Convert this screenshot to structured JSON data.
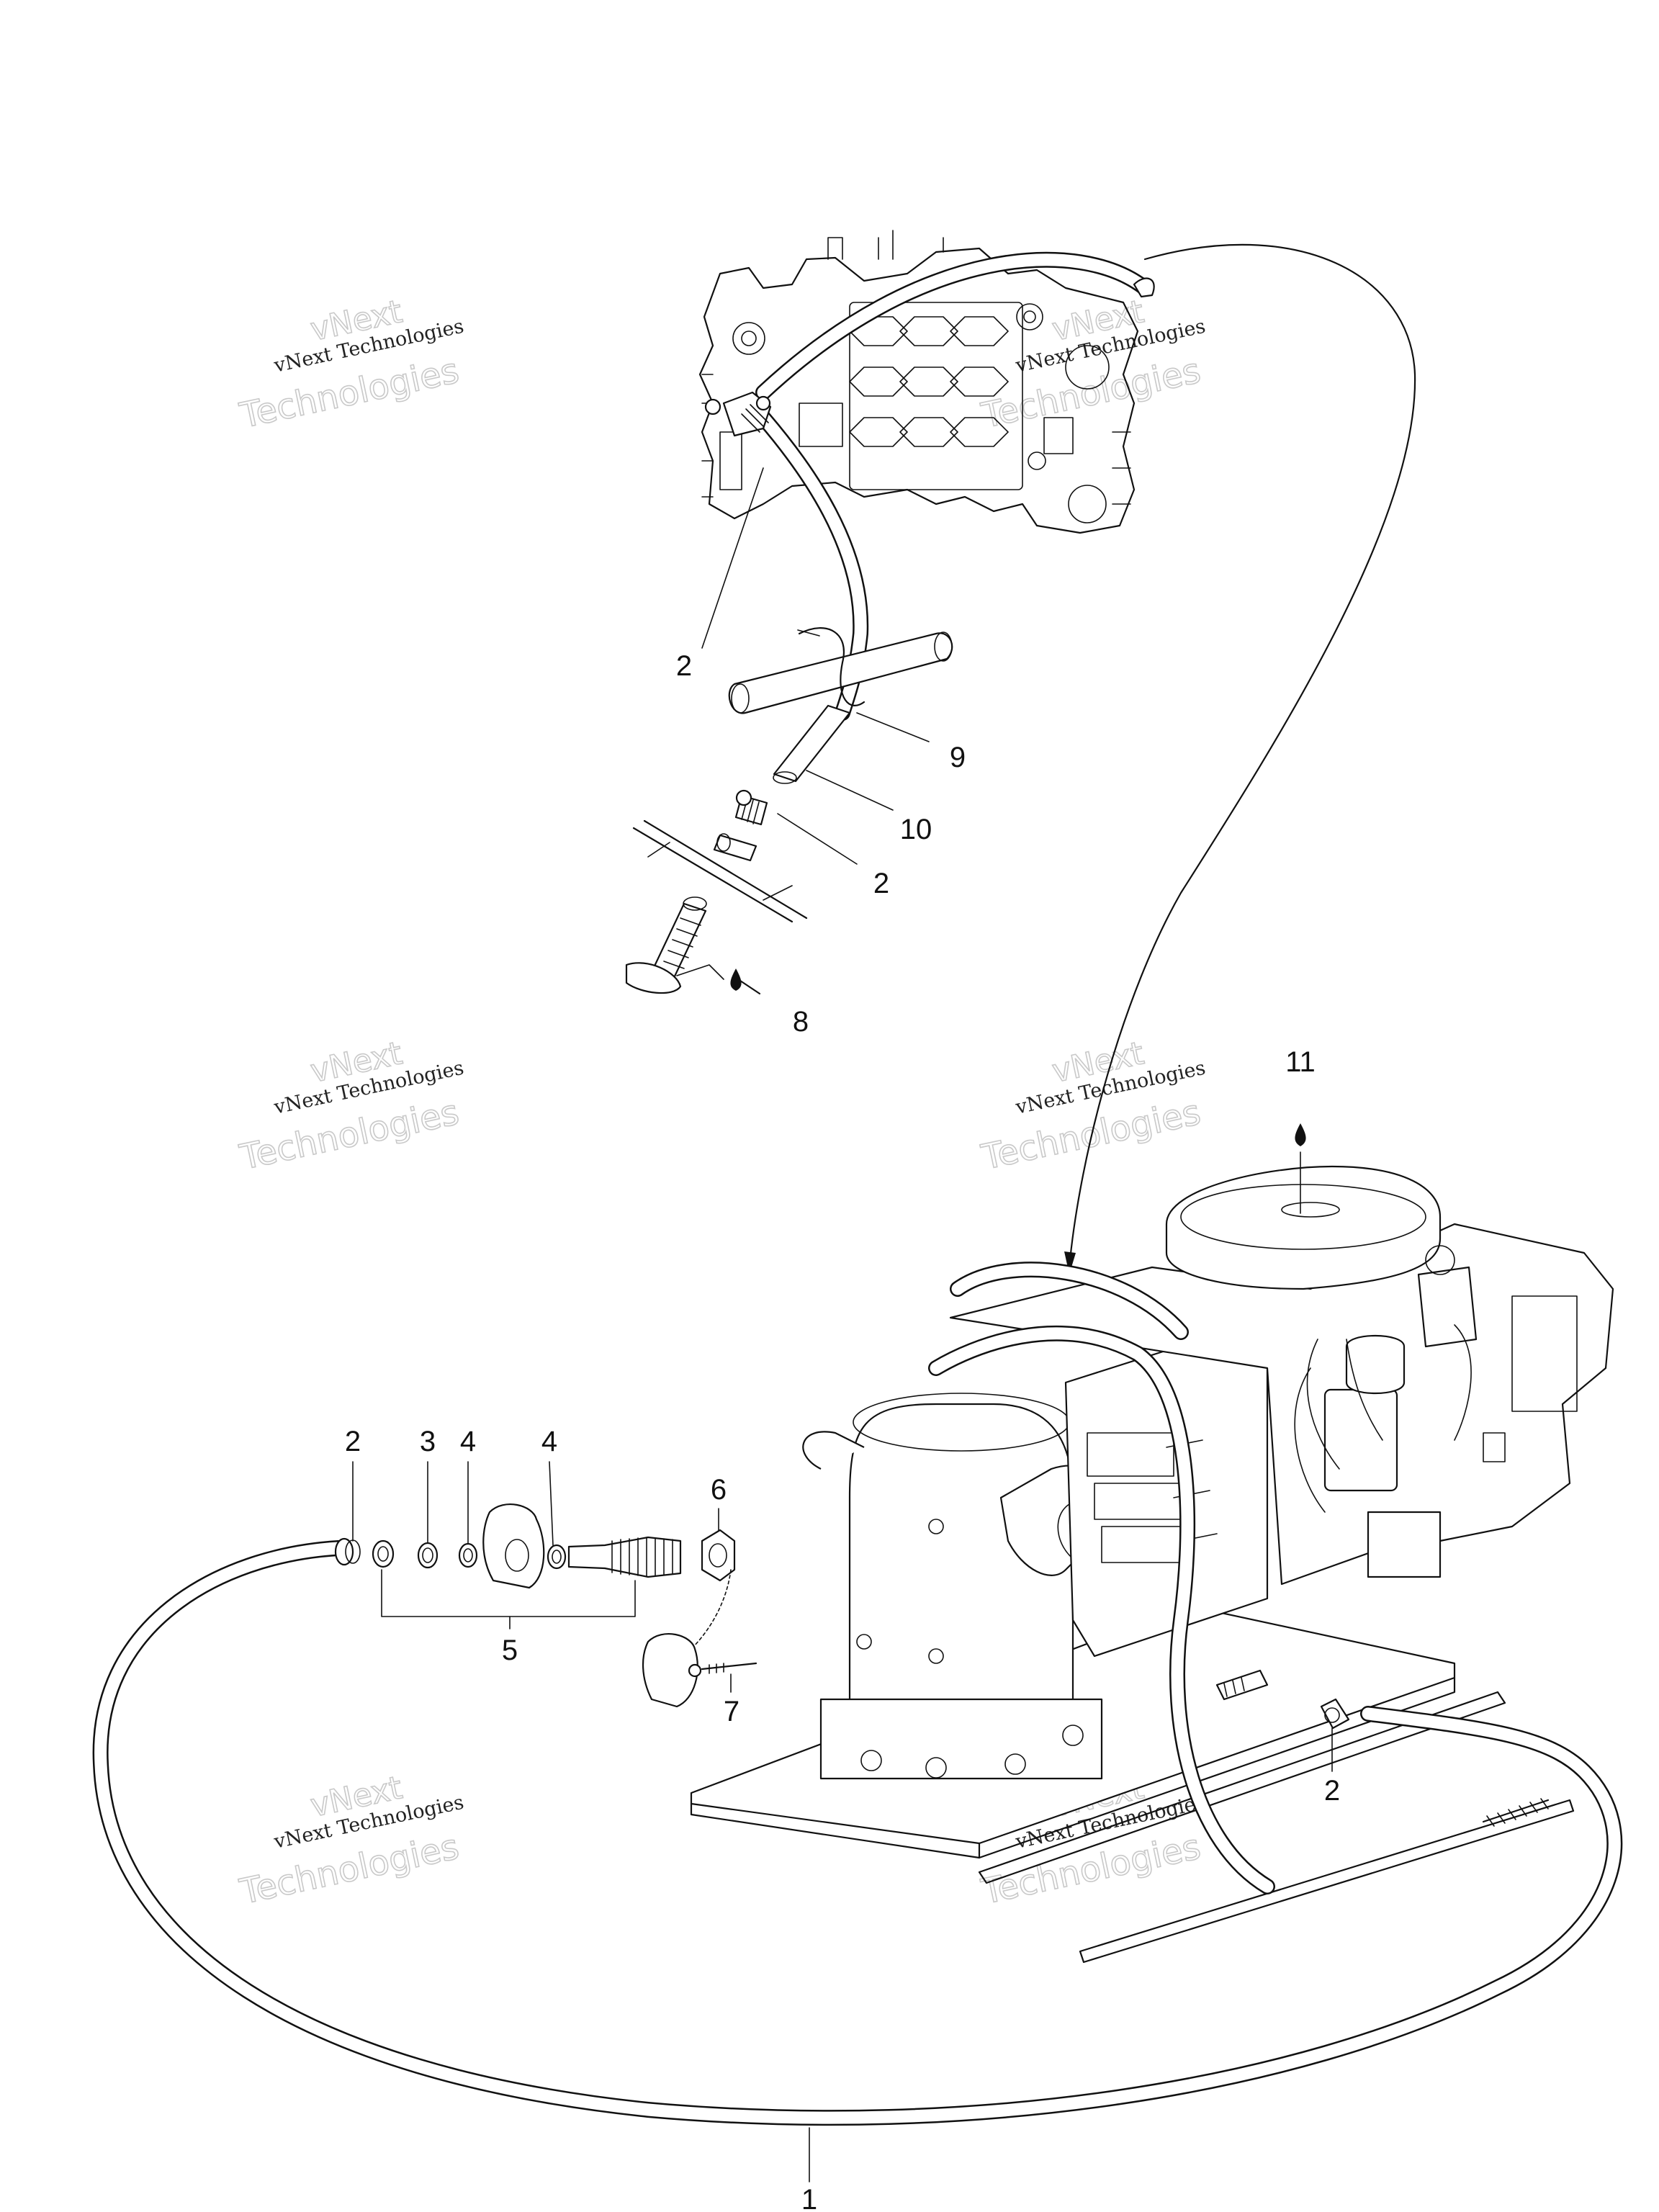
{
  "watermark": {
    "line1": "vNext",
    "line2": "vNext Technologies",
    "line3": "Technologies"
  },
  "callouts": {
    "c1": "1",
    "c2_top": "2",
    "c2_mid": "2",
    "c2_left": "2",
    "c2_right": "2",
    "c3": "3",
    "c4_a": "4",
    "c4_b": "4",
    "c5": "5",
    "c6": "6",
    "c7": "7",
    "c8": "8",
    "c9": "9",
    "c10": "10",
    "c11": "11"
  }
}
